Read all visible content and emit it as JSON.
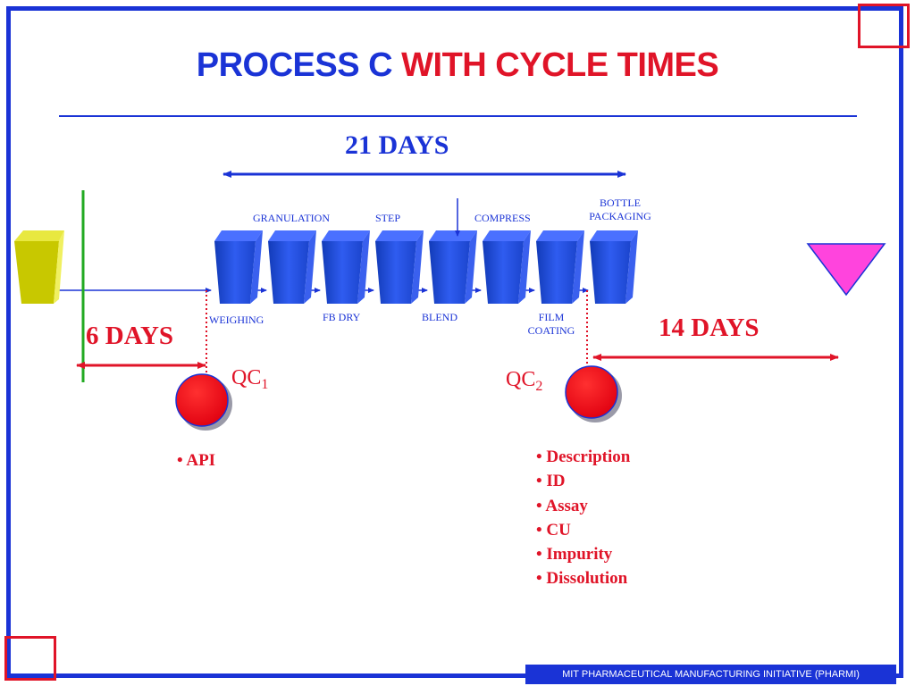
{
  "title": {
    "part1": "PROCESS C",
    "part2": "WITH CYCLE TIMES"
  },
  "durations": {
    "total": "21 DAYS",
    "before_process": "6 DAYS",
    "after_process": "14 DAYS"
  },
  "steps_top": {
    "granulation": "GRANULATION",
    "step": "STEP",
    "compress": "COMPRESS",
    "bottle_line1": "BOTTLE",
    "bottle_line2": "PACKAGING"
  },
  "steps_bottom": {
    "weighing": "WEIGHING",
    "fb_dry": "FB DRY",
    "blend": "BLEND",
    "film_line1": "FILM",
    "film_line2": "COATING"
  },
  "qc1": {
    "label": "QC",
    "sub": "1",
    "tests": [
      "• API"
    ]
  },
  "qc2": {
    "label": "QC",
    "sub": "2",
    "tests": [
      "• Description",
      "• ID",
      "• Assay",
      "• CU",
      "• Impurity",
      "• Dissolution"
    ]
  },
  "footer": "MIT PHARMACEUTICAL MANUFACTURING INITIATIVE (PHARMI)",
  "colors": {
    "blue": "#1a33d6",
    "red": "#e01428",
    "green": "#22aa22",
    "yellow": "#c8c800",
    "magenta": "#ff44dd"
  },
  "icons": [
    "raw-material-bin-icon",
    "process-vessel-icon",
    "qc-circle-icon",
    "storage-triangle-icon"
  ]
}
